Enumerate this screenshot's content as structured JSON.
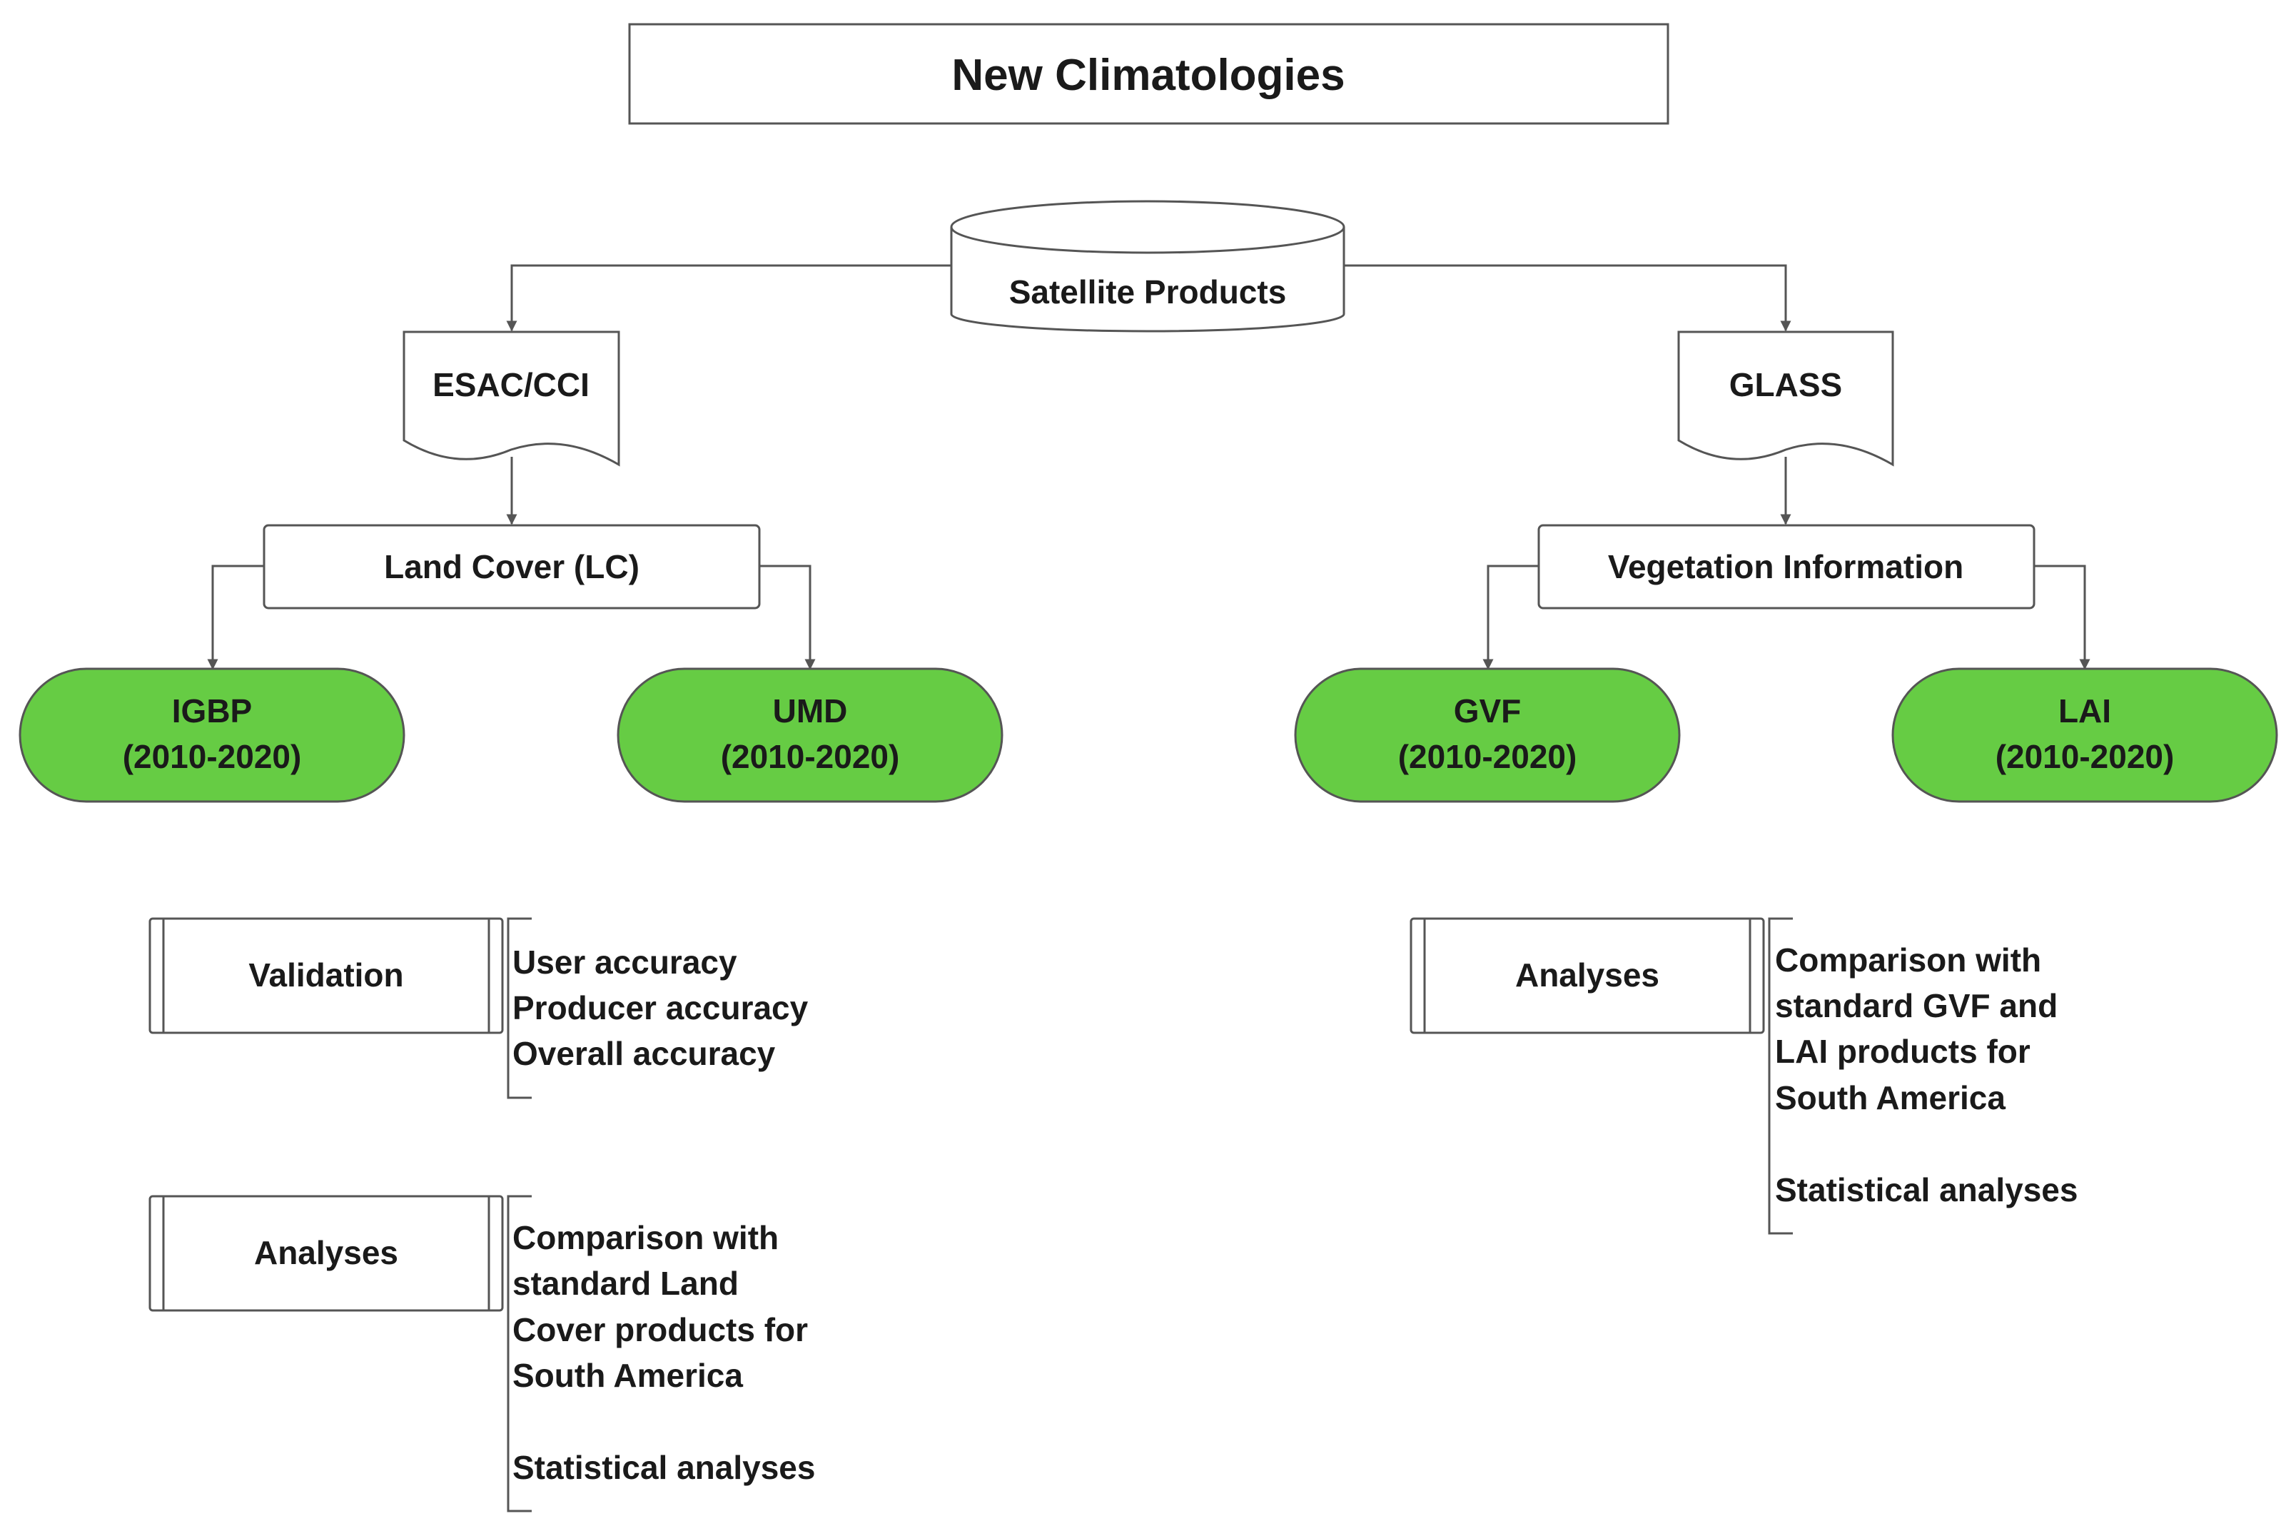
{
  "title": "New Climatologies",
  "root": "Satellite Products",
  "left": {
    "source": "ESAC/CCI",
    "category": "Land Cover (LC)",
    "products": [
      {
        "name": "IGBP",
        "period": "(2010-2020)"
      },
      {
        "name": "UMD",
        "period": "(2010-2020)"
      }
    ],
    "validation": {
      "label": "Validation",
      "items": [
        "User accuracy",
        "Producer accuracy",
        "Overall accuracy"
      ]
    },
    "analyses": {
      "label": "Analyses",
      "items": [
        "Comparison with",
        "standard Land",
        "Cover products for",
        "South America",
        "Statistical analyses"
      ]
    }
  },
  "right": {
    "source": "GLASS",
    "category": "Vegetation Information",
    "products": [
      {
        "name": "GVF",
        "period": "(2010-2020)"
      },
      {
        "name": "LAI",
        "period": "(2010-2020)"
      }
    ],
    "analyses": {
      "label": "Analyses",
      "items": [
        "Comparison with",
        "standard GVF and",
        "LAI products for",
        "South America",
        "Statistical analyses"
      ]
    }
  },
  "colors": {
    "product_fill": "#66cc44",
    "stroke": "#555555"
  }
}
